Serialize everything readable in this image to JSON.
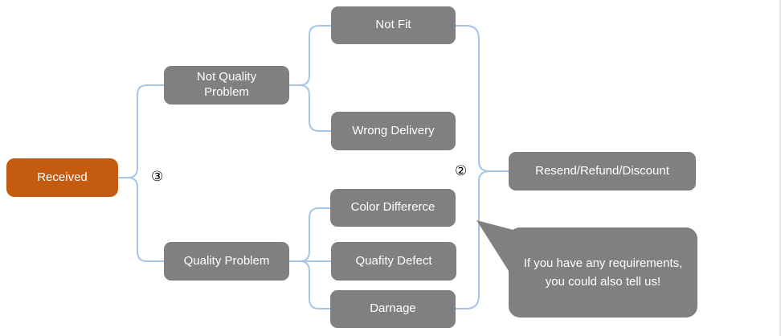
{
  "diagram": {
    "nodes": {
      "received": {
        "label": "Received"
      },
      "not_quality_problem": {
        "label": "Not Quality Problem"
      },
      "quality_problem": {
        "label": "Quality Problem"
      },
      "not_fit": {
        "label": "Not Fit"
      },
      "wrong_delivery": {
        "label": "Wrong Delivery"
      },
      "color_differerce": {
        "label": "Color Differerce"
      },
      "quafity_defect": {
        "label": "Quafity Defect"
      },
      "darnage": {
        "label": "Darnage"
      },
      "resend_refund_discount": {
        "label": "Resend/Refund/Discount"
      }
    },
    "markers": {
      "left_branch": "③",
      "right_branch": "②"
    },
    "callout": {
      "text": "If you have any requirements, you could also tell us!"
    },
    "colors": {
      "root_fill": "#C55A11",
      "node_fill": "#808080",
      "connector": "#A6C4E4",
      "node_text": "#FFFFFF",
      "marker_text": "#000000"
    }
  }
}
